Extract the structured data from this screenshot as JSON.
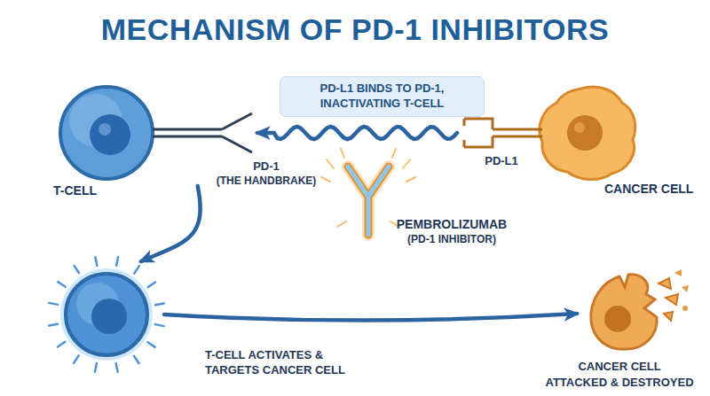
{
  "diagram": {
    "title": "MECHANISM OF PD-1 INHIBITORS",
    "nodes": [
      {
        "text": [
          "T-CELL"
        ]
      },
      {
        "text": [
          "PD-L1 BINDS TO PD-1, INACTIVATING T-CELL"
        ]
      },
      {
        "text": [
          "CANCER CELL"
        ]
      },
      {
        "text": [
          "T-CELL ACTIVATES & TARGETS CANCER CELL"
        ]
      },
      {
        "text": [
          "CANCER CELL",
          "ATTACKED & DESTROYED"
        ]
      }
    ],
    "edges": [
      {
        "from": 2,
        "to": 0,
        "arrow": "to"
      },
      {
        "from": 0,
        "to": 3,
        "arrow": "to"
      },
      {
        "from": 3,
        "to": 4,
        "arrow": "to"
      }
    ],
    "labels": [
      "PD-1",
      "(THE HANDBRAKE)",
      "PD-L1",
      "PEMBROLIZUMAB",
      "(PD-1 INHIBITOR)"
    ]
  }
}
